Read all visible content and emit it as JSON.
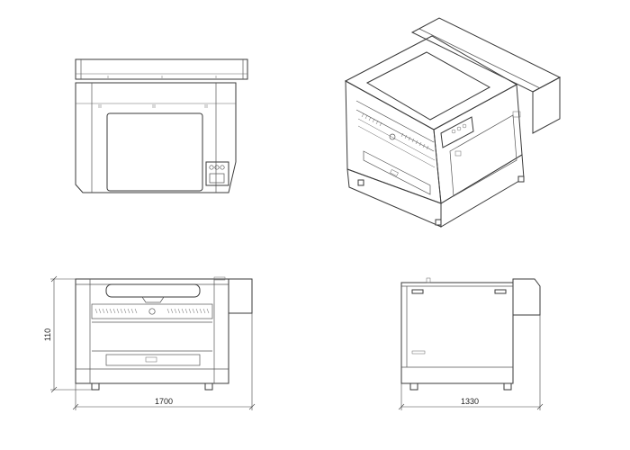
{
  "dimensions": {
    "front_width": "1700",
    "front_height": "110",
    "side_depth": "1330"
  },
  "colors": {
    "line": "#3a3a3a",
    "background": "#ffffff"
  }
}
